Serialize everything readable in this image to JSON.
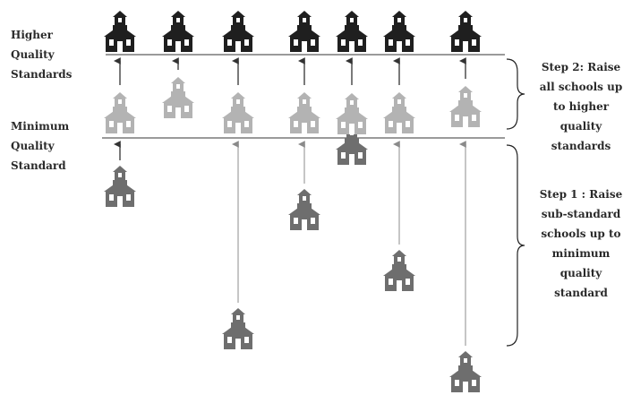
{
  "labels": {
    "higher_quality": [
      "Higher",
      "Quality",
      "Standards"
    ],
    "minimum_quality": [
      "Minimum",
      "Quality",
      "Standard"
    ],
    "step2": [
      "Step 2: Raise",
      "all schools up",
      "to higher",
      "quality",
      "standards"
    ],
    "step1": [
      "Step 1 : Raise",
      "sub-standard",
      "schools up to",
      "minimum",
      "quality",
      "standard"
    ]
  },
  "icons": {
    "school": "schoolhouse-icon",
    "arrow": "arrow-up-icon",
    "brace": "right-brace-icon"
  },
  "colors": {
    "higher_school": "#1f1f1f",
    "current_school": "#b3b3b3",
    "substandard_school": "#6e6e6e",
    "line": "#9a9a9a",
    "arrow_step2": "#333333",
    "arrow_step1": "#a8a8a8"
  }
}
